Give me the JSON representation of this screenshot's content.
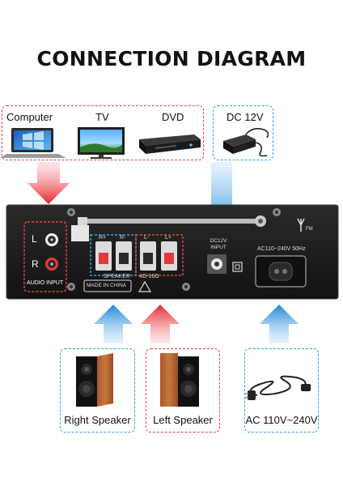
{
  "title": "CONNECTION DIAGRAM",
  "sources": {
    "computer": "Computer",
    "tv": "TV",
    "dvd": "DVD"
  },
  "power_supply": "DC 12V",
  "panel": {
    "left_channel": "L",
    "right_channel": "R",
    "audio_input": "AUDIO INPUT",
    "made_in": "MADE IN CHINA",
    "speaker": "SPEAKER",
    "ohm": "4Ω-16Ω",
    "r_plus": "R+",
    "r_minus": "R-",
    "l_minus": "L-",
    "l_plus": "L+",
    "dc_input": "DC12V INPUT",
    "ac_input": "AC110~240V 50Hz",
    "fm": "FM"
  },
  "outputs": {
    "right_speaker": "Right Speaker",
    "left_speaker": "Left Speaker",
    "ac_power": "AC 110V~240V"
  },
  "colors": {
    "red_accent": "#e0434a",
    "blue_accent": "#3aa2dc",
    "panel": "#1c1c1c"
  }
}
